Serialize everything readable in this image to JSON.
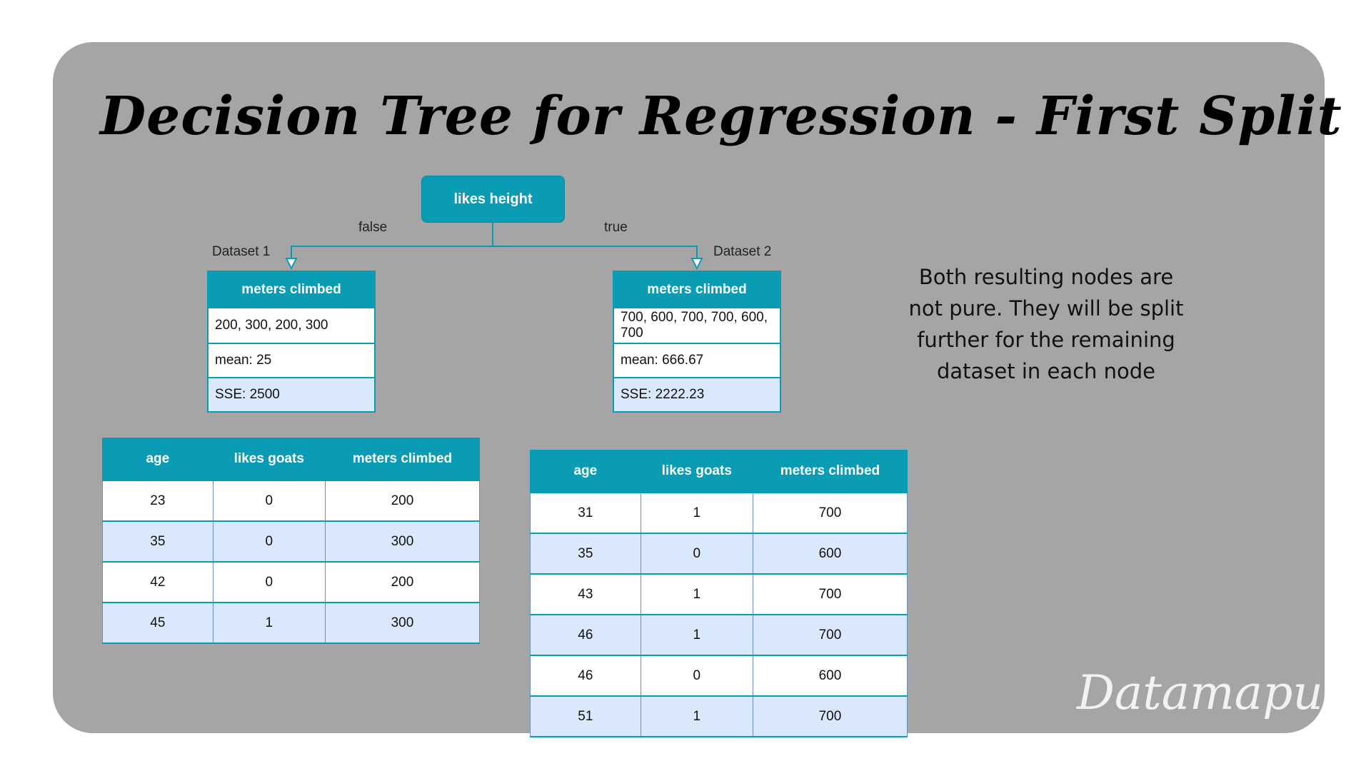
{
  "title": "Decision Tree for Regression - First Split",
  "root": {
    "label": "likes height"
  },
  "edges": {
    "left": "false",
    "right": "true"
  },
  "datasets": {
    "left": "Dataset 1",
    "right": "Dataset 2"
  },
  "left_node": {
    "header": "meters climbed",
    "values": "200, 300, 200, 300",
    "mean": "mean: 25",
    "sse": "SSE: 2500"
  },
  "right_node": {
    "header": "meters climbed",
    "values": "700, 600, 700, 700, 600, 700",
    "mean": "mean: 666.67",
    "sse": "SSE: 2222.23"
  },
  "left_table": {
    "columns": [
      "age",
      "likes goats",
      "meters climbed"
    ],
    "rows": [
      [
        "23",
        "0",
        "200"
      ],
      [
        "35",
        "0",
        "300"
      ],
      [
        "42",
        "0",
        "200"
      ],
      [
        "45",
        "1",
        "300"
      ]
    ]
  },
  "right_table": {
    "columns": [
      "age",
      "likes goats",
      "meters climbed"
    ],
    "rows": [
      [
        "31",
        "1",
        "700"
      ],
      [
        "35",
        "0",
        "600"
      ],
      [
        "43",
        "1",
        "700"
      ],
      [
        "46",
        "1",
        "700"
      ],
      [
        "46",
        "0",
        "600"
      ],
      [
        "51",
        "1",
        "700"
      ]
    ]
  },
  "note": "Both resulting nodes are not pure. They will be split further for the remaining dataset in each node",
  "brand": "Datamapu",
  "colors": {
    "accent": "#0a9bb5",
    "row_blue": "#dae8fc",
    "panel": "#a5a5a5"
  }
}
